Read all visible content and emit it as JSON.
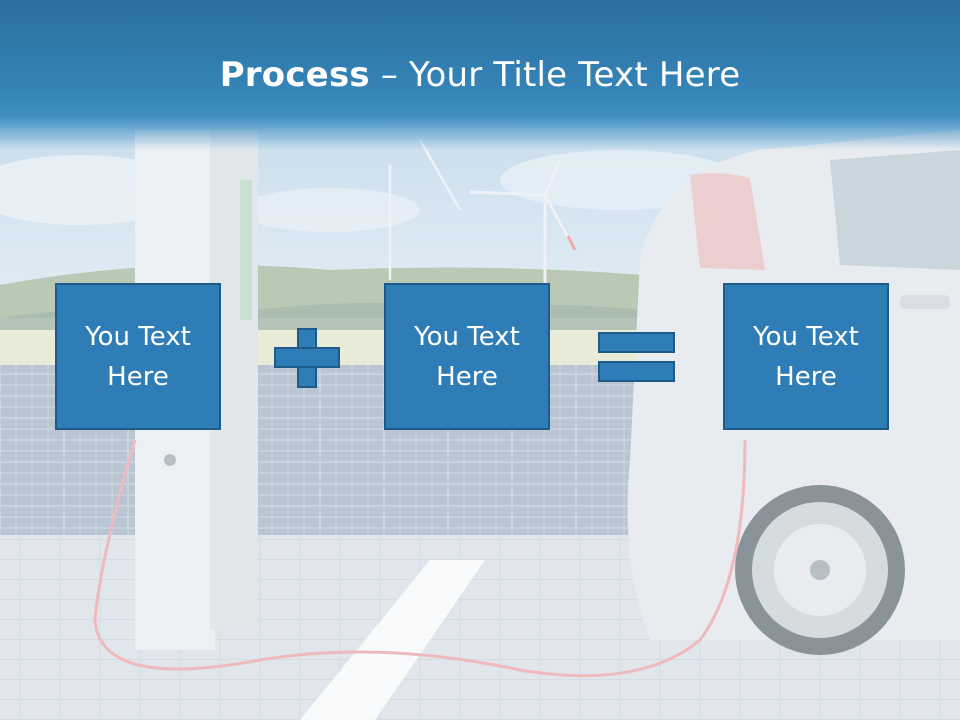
{
  "slide": {
    "title_bold": "Process",
    "title_rest": " – Your Title Text Here",
    "boxes": [
      {
        "text": "You Text Here"
      },
      {
        "text": "You Text Here"
      },
      {
        "text": "You Text Here"
      }
    ],
    "operators": [
      "plus-icon",
      "equals-icon"
    ],
    "background": "electric-car-charging-station-with-solar-panels-and-wind-turbines"
  },
  "colors": {
    "title_band": "#3482b5",
    "box_fill": "#2f7db6",
    "box_border": "#1f5b88",
    "text": "#ffffff"
  }
}
